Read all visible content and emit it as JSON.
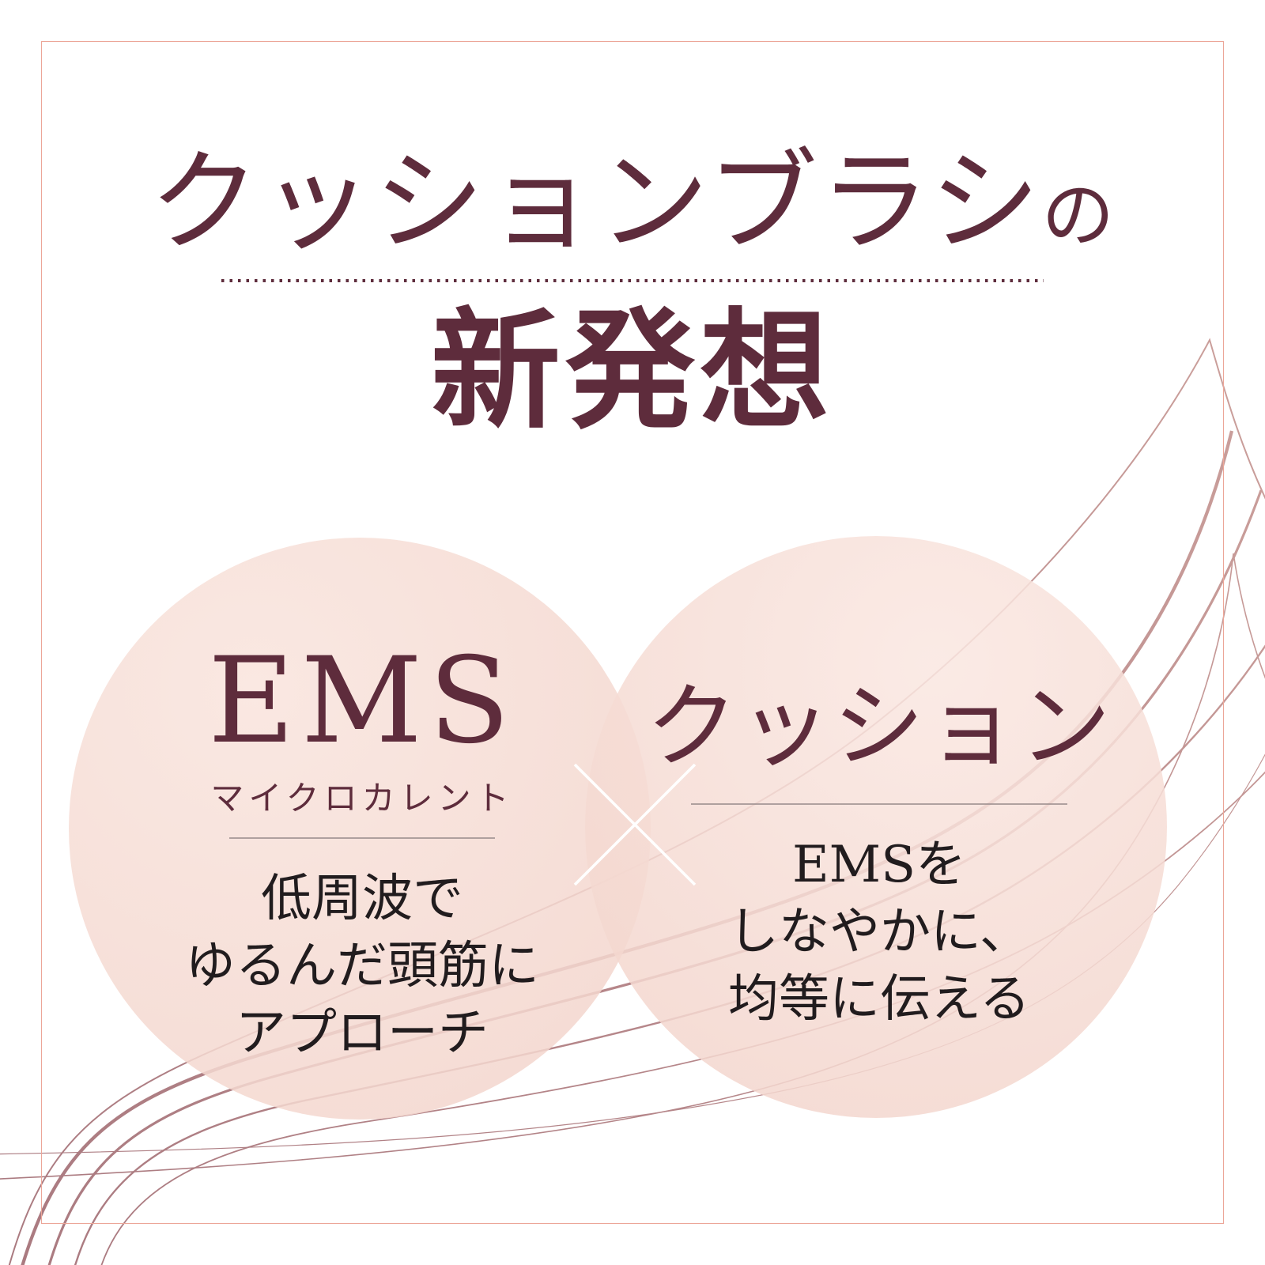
{
  "page": {
    "background_color": "#ffffff",
    "accent_color": "#5e2c3c",
    "body_text_color": "#211c1e",
    "circle_fill_color": "#f5d9d1",
    "frame_border_color": "#eca698",
    "curve_color": "#b5878c",
    "multiply_mark_color": "#ffffff"
  },
  "header": {
    "title_main": "クッションブラシ",
    "title_particle": "の",
    "subtitle": "新発想"
  },
  "left_circle": {
    "heading": "EMS",
    "subheading": "マイクロカレント",
    "body_lines": [
      "低周波で",
      "ゆるんだ頭筋に",
      "アプローチ"
    ]
  },
  "right_circle": {
    "heading": "クッション",
    "body_lines": [
      "EMSを",
      "しなやかに、",
      "均等に伝える"
    ]
  },
  "icons": {
    "multiply": "×"
  }
}
